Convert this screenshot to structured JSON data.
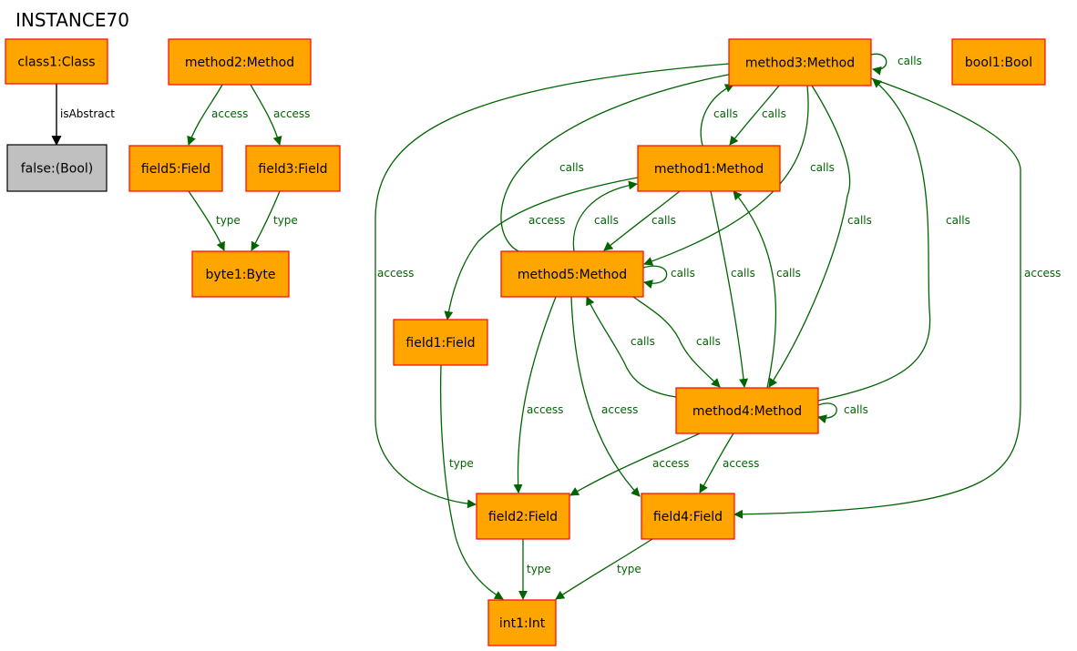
{
  "title": "INSTANCE70",
  "colors": {
    "node_fill": "#ffa500",
    "node_stroke": "#ff0000",
    "value_fill": "#c0c0c0",
    "value_stroke": "#000000",
    "edge_green": "#006400",
    "edge_black": "#000000"
  },
  "nodes": [
    {
      "id": "class1",
      "label": "class1:Class",
      "kind": "object"
    },
    {
      "id": "false",
      "label": "false:(Bool)",
      "kind": "value"
    },
    {
      "id": "method2",
      "label": "method2:Method",
      "kind": "object"
    },
    {
      "id": "field5",
      "label": "field5:Field",
      "kind": "object"
    },
    {
      "id": "field3",
      "label": "field3:Field",
      "kind": "object"
    },
    {
      "id": "byte1",
      "label": "byte1:Byte",
      "kind": "object"
    },
    {
      "id": "method3",
      "label": "method3:Method",
      "kind": "object"
    },
    {
      "id": "bool1",
      "label": "bool1:Bool",
      "kind": "object"
    },
    {
      "id": "method1",
      "label": "method1:Method",
      "kind": "object"
    },
    {
      "id": "method5",
      "label": "method5:Method",
      "kind": "object"
    },
    {
      "id": "field1",
      "label": "field1:Field",
      "kind": "object"
    },
    {
      "id": "method4",
      "label": "method4:Method",
      "kind": "object"
    },
    {
      "id": "field2",
      "label": "field2:Field",
      "kind": "object"
    },
    {
      "id": "field4",
      "label": "field4:Field",
      "kind": "object"
    },
    {
      "id": "int1",
      "label": "int1:Int",
      "kind": "object"
    }
  ],
  "edges": [
    {
      "id": "e1",
      "from": "class1",
      "to": "false",
      "label": "isAbstract"
    },
    {
      "id": "e2",
      "from": "method2",
      "to": "field5",
      "label": "access"
    },
    {
      "id": "e3",
      "from": "method2",
      "to": "field3",
      "label": "access"
    },
    {
      "id": "e4",
      "from": "field5",
      "to": "byte1",
      "label": "type"
    },
    {
      "id": "e5",
      "from": "field3",
      "to": "byte1",
      "label": "type"
    },
    {
      "id": "e6",
      "from": "method3",
      "to": "method3",
      "label": "calls"
    },
    {
      "id": "e7",
      "from": "method3",
      "to": "method1",
      "label": "calls"
    },
    {
      "id": "e8",
      "from": "method1",
      "to": "method3",
      "label": "calls"
    },
    {
      "id": "e9",
      "from": "method5",
      "to": "method3",
      "label": "calls"
    },
    {
      "id": "e10",
      "from": "method3",
      "to": "method5",
      "label": "calls"
    },
    {
      "id": "e11",
      "from": "method3",
      "to": "method4",
      "label": "calls"
    },
    {
      "id": "e12",
      "from": "method4",
      "to": "method3",
      "label": "calls"
    },
    {
      "id": "e13",
      "from": "method3",
      "to": "field2",
      "label": "access"
    },
    {
      "id": "e14",
      "from": "method3",
      "to": "field4",
      "label": "access"
    },
    {
      "id": "e15",
      "from": "method1",
      "to": "field1",
      "label": "access"
    },
    {
      "id": "e16",
      "from": "method5",
      "to": "method1",
      "label": "calls"
    },
    {
      "id": "e17",
      "from": "method1",
      "to": "method5",
      "label": "calls"
    },
    {
      "id": "e18",
      "from": "method1",
      "to": "method4",
      "label": "calls"
    },
    {
      "id": "e19",
      "from": "method4",
      "to": "method1",
      "label": "calls"
    },
    {
      "id": "e20",
      "from": "method5",
      "to": "method5",
      "label": "calls"
    },
    {
      "id": "e21",
      "from": "method4",
      "to": "method5",
      "label": "calls"
    },
    {
      "id": "e22",
      "from": "method5",
      "to": "method4",
      "label": "calls"
    },
    {
      "id": "e23",
      "from": "method5",
      "to": "field2",
      "label": "access"
    },
    {
      "id": "e24",
      "from": "method5",
      "to": "field4",
      "label": "access"
    },
    {
      "id": "e25",
      "from": "method4",
      "to": "method4",
      "label": "calls"
    },
    {
      "id": "e26",
      "from": "method4",
      "to": "field2",
      "label": "access"
    },
    {
      "id": "e27",
      "from": "method4",
      "to": "field4",
      "label": "access"
    },
    {
      "id": "e28",
      "from": "field1",
      "to": "int1",
      "label": "type"
    },
    {
      "id": "e29",
      "from": "field2",
      "to": "int1",
      "label": "type"
    },
    {
      "id": "e30",
      "from": "field4",
      "to": "int1",
      "label": "type"
    }
  ]
}
